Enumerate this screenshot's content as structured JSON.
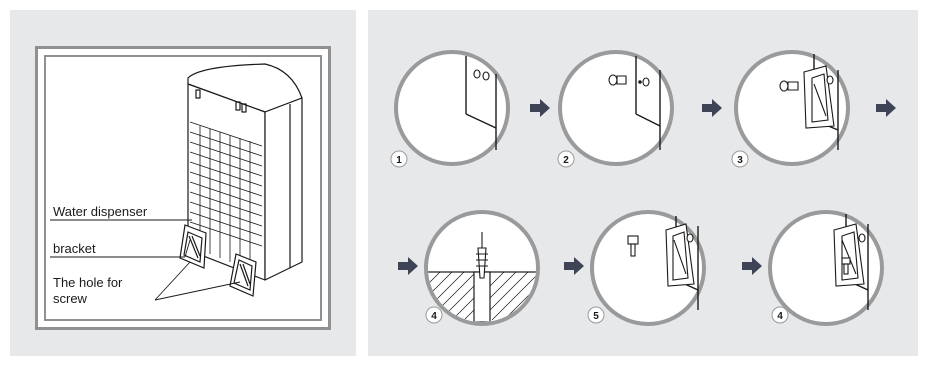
{
  "left_panel": {
    "labels": {
      "water_dispenser": "Water dispenser",
      "bracket": "bracket",
      "hole_line1": "The hole for",
      "hole_line2": "screw"
    }
  },
  "steps": [
    {
      "number": "1",
      "content": "wall-corner-with-holes"
    },
    {
      "number": "2",
      "content": "insert-screw-anchor"
    },
    {
      "number": "3",
      "content": "place-bracket"
    },
    {
      "number": "4",
      "content": "drill-anchor-in-wall-section"
    },
    {
      "number": "5",
      "content": "fit-bracket-with-screw"
    },
    {
      "number": "4",
      "content": "fasten-screw"
    }
  ],
  "colors": {
    "panel_background": "#e7e8e9",
    "circle_border": "#999a9c",
    "arrow": "#3f4356",
    "line": "#1a1a1a"
  },
  "icons": [
    "right-arrow-icon",
    "screw-icon",
    "bracket-icon",
    "wall-anchor-icon"
  ]
}
